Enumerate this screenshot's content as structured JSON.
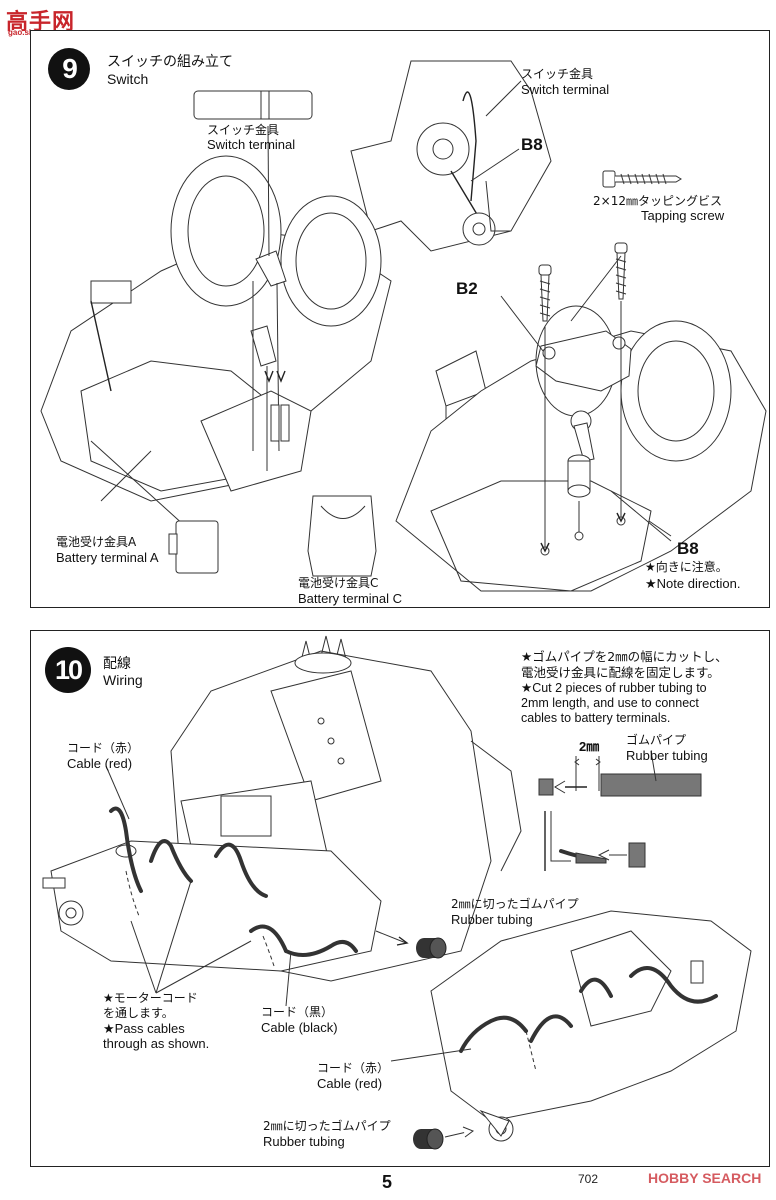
{
  "watermark": {
    "title": "高手网",
    "sub": "gao.shou.com"
  },
  "step9": {
    "number": "9",
    "title_jp": "スイッチの組み立て",
    "title_en": "Switch",
    "labels": {
      "switch_terminal_top_jp": "スイッチ金具",
      "switch_terminal_top_en": "Switch terminal",
      "b8_top": "B8",
      "switch_terminal_jp": "スイッチ金具",
      "switch_terminal_en": "Switch terminal",
      "screw_jp": "2×12㎜タッピングビス",
      "screw_en": "Tapping screw",
      "b2": "B2",
      "battery_a_jp": "電池受け金具A",
      "battery_a_en": "Battery terminal A",
      "battery_c_jp": "電池受け金具C",
      "battery_c_en": "Battery terminal C",
      "b8_bottom": "B8",
      "note_jp": "★向きに注意。",
      "note_en": "★Note direction."
    }
  },
  "step10": {
    "number": "10",
    "title_jp": "配線",
    "title_en": "Wiring",
    "note": {
      "jp1": "★ゴムパイプを2㎜の幅にカットし、",
      "jp2": "電池受け金具に配線を固定します。",
      "en1": "★Cut 2 pieces of rubber tubing to",
      "en2": "2mm length, and use to connect",
      "en3": "cables to battery terminals."
    },
    "labels": {
      "dim": "2㎜",
      "rubber_jp": "ゴムパイプ",
      "rubber_en": "Rubber tubing",
      "cable_red_jp": "コード（赤）",
      "cable_red_en": "Cable (red)",
      "rubber_cut_jp": "2㎜に切ったゴムパイプ",
      "rubber_cut_en": "Rubber tubing",
      "motor_jp1": "★モーターコード",
      "motor_jp2": "を通します。",
      "motor_en1": "★Pass cables",
      "motor_en2": "through as shown.",
      "cable_black_jp": "コード（黒）",
      "cable_black_en": "Cable (black)",
      "cable_red2_jp": "コード（赤）",
      "cable_red2_en": "Cable (red)",
      "rubber_cut2_jp": "2㎜に切ったゴムパイプ",
      "rubber_cut2_en": "Rubber tubing"
    }
  },
  "footer": {
    "page": "5",
    "code": "702",
    "watermark": "HOBBY SEARCH"
  }
}
